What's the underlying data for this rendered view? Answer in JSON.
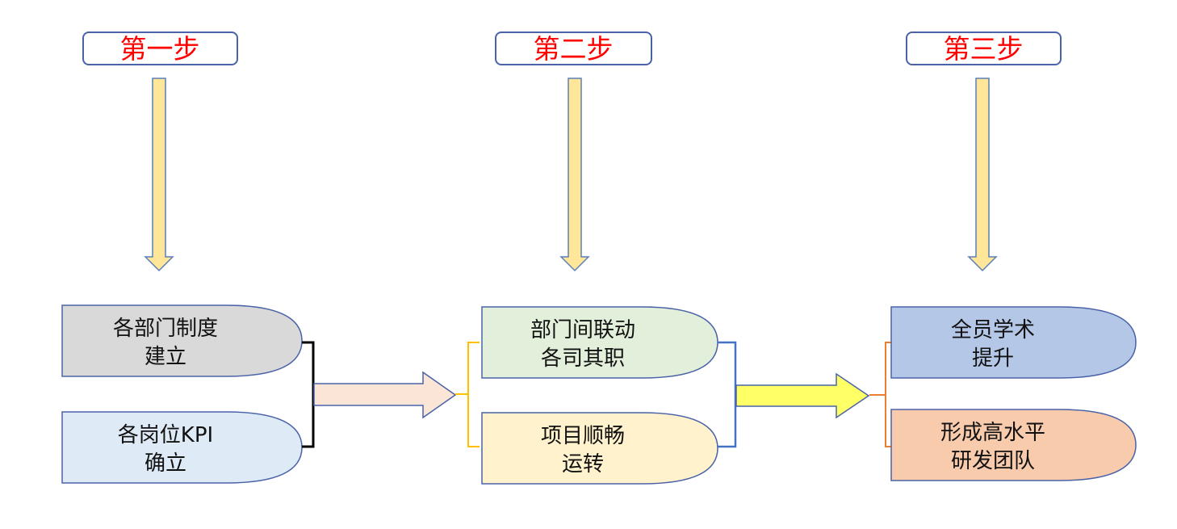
{
  "steps": [
    {
      "label": "第一步"
    },
    {
      "label": "第二步"
    },
    {
      "label": "第三步"
    }
  ],
  "stage1": {
    "box1": {
      "line1": "各部门制度",
      "line2": "建立"
    },
    "box2": {
      "line1": "各岗位KPI",
      "line2": "确立"
    }
  },
  "stage2": {
    "box1": {
      "line1": "部门间联动",
      "line2": "各司其职"
    },
    "box2": {
      "line1": "项目顺畅",
      "line2": "运转"
    }
  },
  "stage3": {
    "box1": {
      "line1": "全员学术",
      "line2": "提升"
    },
    "box2": {
      "line1": "形成高水平",
      "line2": "研发团队"
    }
  },
  "colors": {
    "step_text": "#ff0000",
    "down_arrow_fill": "#ffe699",
    "down_arrow_stroke": "#5b7fb8",
    "stage1_box1": "#d9d9d9",
    "stage1_box2": "#deebf7",
    "stage2_box1": "#e2efda",
    "stage2_box2": "#fff2cc",
    "stage3_box1": "#b4c7e7",
    "stage3_box2": "#f8cbad",
    "arrow1_fill": "#fbe5d6",
    "arrow2_fill": "#ffff66",
    "bracket_black": "#000000",
    "bracket_yellow": "#ffc000",
    "bracket_blue": "#4472c4",
    "bracket_orange": "#ed7d31"
  }
}
